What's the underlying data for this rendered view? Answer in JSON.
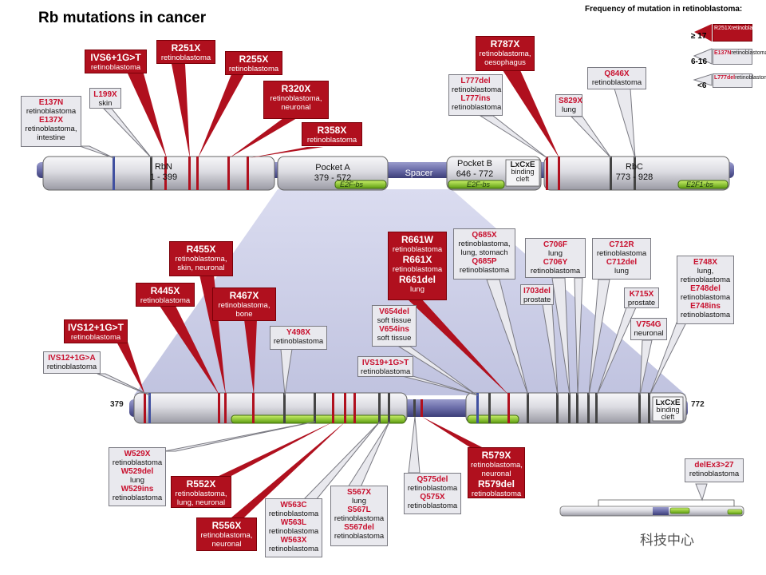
{
  "title": "Rb mutations in cancer",
  "legend": {
    "title": "Frequency of mutation in retinoblastoma:",
    "rows": [
      {
        "range": "≥ 17",
        "mut": "R251X",
        "disease": "retinoblastoma"
      },
      {
        "range": "6-16",
        "mut": "E137N",
        "disease": "retinoblastoma"
      },
      {
        "range": "<6",
        "mut": "L777del",
        "disease": "retinoblastoma"
      }
    ]
  },
  "protein": {
    "domains": {
      "rbn": {
        "name": "RbN",
        "range": "1 - 399"
      },
      "pocket_a": {
        "name": "Pocket A",
        "range": "379 - 572"
      },
      "spacer": {
        "name": "Spacer"
      },
      "pocket_b": {
        "name": "Pocket B",
        "range": "646 - 772"
      },
      "lxcxe": {
        "name": "LxCxE",
        "sub1": "binding",
        "sub2": "cleft"
      },
      "rbc": {
        "name": "RbC",
        "range": "773 - 928"
      }
    },
    "e2f_bs_a": "E2F-bs",
    "e2f_bs_b": "E2F-bs",
    "e2f1_bs": "E2F1-bs"
  },
  "zoom": {
    "start": "379",
    "end": "772",
    "lxcxe": {
      "name": "LxCxE",
      "sub1": "binding",
      "sub2": "cleft"
    }
  },
  "inset": {
    "label": "delEx3>27",
    "disease": "retinoblastoma"
  },
  "watermark": "科技中心",
  "labels_top": [
    {
      "id": "e137n",
      "type": "grey",
      "lines": [
        [
          "m",
          "E137N"
        ],
        [
          "d",
          "retinoblastoma"
        ],
        [
          "m",
          "E137X"
        ],
        [
          "d",
          "retinoblastoma,"
        ],
        [
          "d",
          "intestine"
        ]
      ]
    },
    {
      "id": "l199x",
      "type": "grey",
      "lines": [
        [
          "m",
          "L199X"
        ],
        [
          "d",
          "skin"
        ]
      ]
    },
    {
      "id": "ivs6",
      "type": "red",
      "lines": [
        [
          "m",
          "IVS6+1G>T"
        ],
        [
          "d",
          "retinoblastoma"
        ]
      ]
    },
    {
      "id": "r251x",
      "type": "red",
      "lines": [
        [
          "m",
          "R251X"
        ],
        [
          "d",
          "retinoblastoma"
        ]
      ]
    },
    {
      "id": "r255x",
      "type": "red",
      "lines": [
        [
          "m",
          "R255X"
        ],
        [
          "d",
          "retinoblastoma"
        ]
      ]
    },
    {
      "id": "r320x",
      "type": "red",
      "lines": [
        [
          "m",
          "R320X"
        ],
        [
          "d",
          "retinoblastoma,"
        ],
        [
          "d",
          "neuronal"
        ]
      ]
    },
    {
      "id": "r358x",
      "type": "red",
      "lines": [
        [
          "m",
          "R358X"
        ],
        [
          "d",
          "retinoblastoma"
        ]
      ]
    },
    {
      "id": "l777",
      "type": "grey",
      "lines": [
        [
          "m",
          "L777del"
        ],
        [
          "d",
          "retinoblastoma"
        ],
        [
          "m",
          "L777ins"
        ],
        [
          "d",
          "retinoblastoma"
        ]
      ]
    },
    {
      "id": "r787x",
      "type": "red",
      "lines": [
        [
          "m",
          "R787X"
        ],
        [
          "d",
          "retinoblastoma,"
        ],
        [
          "d",
          "oesophagus"
        ]
      ]
    },
    {
      "id": "s829x",
      "type": "grey",
      "lines": [
        [
          "m",
          "S829X"
        ],
        [
          "d",
          "lung"
        ]
      ]
    },
    {
      "id": "q846x",
      "type": "grey",
      "lines": [
        [
          "m",
          "Q846X"
        ],
        [
          "d",
          "retinoblastoma"
        ]
      ]
    }
  ],
  "labels_zoom": [
    {
      "id": "r455x",
      "type": "red",
      "lines": [
        [
          "m",
          "R455X"
        ],
        [
          "d",
          "retinoblastoma,"
        ],
        [
          "d",
          "skin, neuronal"
        ]
      ]
    },
    {
      "id": "r445x",
      "type": "red",
      "lines": [
        [
          "m",
          "R445X"
        ],
        [
          "d",
          "retinoblastoma"
        ]
      ]
    },
    {
      "id": "r467x",
      "type": "red",
      "lines": [
        [
          "m",
          "R467X"
        ],
        [
          "d",
          "retinoblastoma,"
        ],
        [
          "d",
          "bone"
        ]
      ]
    },
    {
      "id": "ivs12t",
      "type": "red",
      "lines": [
        [
          "m",
          "IVS12+1G>T"
        ],
        [
          "d",
          "retinoblastoma"
        ]
      ]
    },
    {
      "id": "y498x",
      "type": "grey",
      "lines": [
        [
          "m",
          "Y498X"
        ],
        [
          "d",
          "retinoblastoma"
        ]
      ]
    },
    {
      "id": "ivs12a",
      "type": "grey",
      "lines": [
        [
          "m",
          "IVS12+1G>A"
        ],
        [
          "d",
          "retinoblastoma"
        ]
      ]
    },
    {
      "id": "r661",
      "type": "red",
      "lines": [
        [
          "m",
          "R661W"
        ],
        [
          "d",
          "retinoblastoma"
        ],
        [
          "m",
          "R661X"
        ],
        [
          "d",
          "retinoblastoma"
        ],
        [
          "m",
          "R661del"
        ],
        [
          "d",
          "lung"
        ]
      ]
    },
    {
      "id": "q685",
      "type": "grey",
      "lines": [
        [
          "m",
          "Q685X"
        ],
        [
          "d",
          "retinoblastoma,"
        ],
        [
          "d",
          "lung, stomach"
        ],
        [
          "m",
          "Q685P"
        ],
        [
          "d",
          "retinoblastoma"
        ]
      ]
    },
    {
      "id": "c706",
      "type": "grey",
      "lines": [
        [
          "m",
          "C706F"
        ],
        [
          "d",
          "lung"
        ],
        [
          "m",
          "C706Y"
        ],
        [
          "d",
          "retinoblastoma"
        ]
      ]
    },
    {
      "id": "c712",
      "type": "grey",
      "lines": [
        [
          "m",
          "C712R"
        ],
        [
          "d",
          "retinoblastoma"
        ],
        [
          "m",
          "C712del"
        ],
        [
          "d",
          "lung"
        ]
      ]
    },
    {
      "id": "e748",
      "type": "grey",
      "lines": [
        [
          "m",
          "E748X"
        ],
        [
          "d",
          "lung,"
        ],
        [
          "d",
          "retinoblastoma"
        ],
        [
          "m",
          "E748del"
        ],
        [
          "d",
          "retinoblastoma"
        ],
        [
          "m",
          "E748ins"
        ],
        [
          "d",
          "retinoblastoma"
        ]
      ]
    },
    {
      "id": "i703",
      "type": "grey",
      "lines": [
        [
          "m",
          "I703del"
        ],
        [
          "d",
          "prostate"
        ]
      ]
    },
    {
      "id": "k715",
      "type": "grey",
      "lines": [
        [
          "m",
          "K715X"
        ],
        [
          "d",
          "prostate"
        ]
      ]
    },
    {
      "id": "v654",
      "type": "grey",
      "lines": [
        [
          "m",
          "V654del"
        ],
        [
          "d",
          "soft tissue"
        ],
        [
          "m",
          "V654ins"
        ],
        [
          "d",
          "soft tissue"
        ]
      ]
    },
    {
      "id": "v754g",
      "type": "grey",
      "lines": [
        [
          "m",
          "V754G"
        ],
        [
          "d",
          "neuronal"
        ]
      ]
    },
    {
      "id": "ivs19",
      "type": "grey",
      "lines": [
        [
          "m",
          "IVS19+1G>T"
        ],
        [
          "d",
          "retinoblastoma"
        ]
      ]
    },
    {
      "id": "w529",
      "type": "grey",
      "lines": [
        [
          "m",
          "W529X"
        ],
        [
          "d",
          "retinoblastoma"
        ],
        [
          "m",
          "W529del"
        ],
        [
          "d",
          "lung"
        ],
        [
          "m",
          "W529ins"
        ],
        [
          "d",
          "retinoblastoma"
        ]
      ]
    },
    {
      "id": "r552x",
      "type": "red",
      "lines": [
        [
          "m",
          "R552X"
        ],
        [
          "d",
          "retinoblastoma,"
        ],
        [
          "d",
          "lung, neuronal"
        ]
      ]
    },
    {
      "id": "r556x",
      "type": "red",
      "lines": [
        [
          "m",
          "R556X"
        ],
        [
          "d",
          "retinoblastoma,"
        ],
        [
          "d",
          "neuronal"
        ]
      ]
    },
    {
      "id": "w563",
      "type": "grey",
      "lines": [
        [
          "m",
          "W563C"
        ],
        [
          "d",
          "retinoblastoma"
        ],
        [
          "m",
          "W563L"
        ],
        [
          "d",
          "retinoblastoma"
        ],
        [
          "m",
          "W563X"
        ],
        [
          "d",
          "retinoblastoma"
        ]
      ]
    },
    {
      "id": "s567",
      "type": "grey",
      "lines": [
        [
          "m",
          "S567X"
        ],
        [
          "d",
          "lung"
        ],
        [
          "m",
          "S567L"
        ],
        [
          "d",
          "retinoblastoma"
        ],
        [
          "m",
          "S567del"
        ],
        [
          "d",
          "retinoblastoma"
        ]
      ]
    },
    {
      "id": "q575",
      "type": "grey",
      "lines": [
        [
          "m",
          "Q575del"
        ],
        [
          "d",
          "retinoblastoma"
        ],
        [
          "m",
          "Q575X"
        ],
        [
          "d",
          "retinoblastoma"
        ]
      ]
    },
    {
      "id": "r579",
      "type": "red",
      "lines": [
        [
          "m",
          "R579X"
        ],
        [
          "d",
          "retinoblastoma,"
        ],
        [
          "d",
          "neuronal"
        ],
        [
          "m",
          "R579del"
        ],
        [
          "d",
          "retinoblastoma"
        ]
      ]
    }
  ]
}
